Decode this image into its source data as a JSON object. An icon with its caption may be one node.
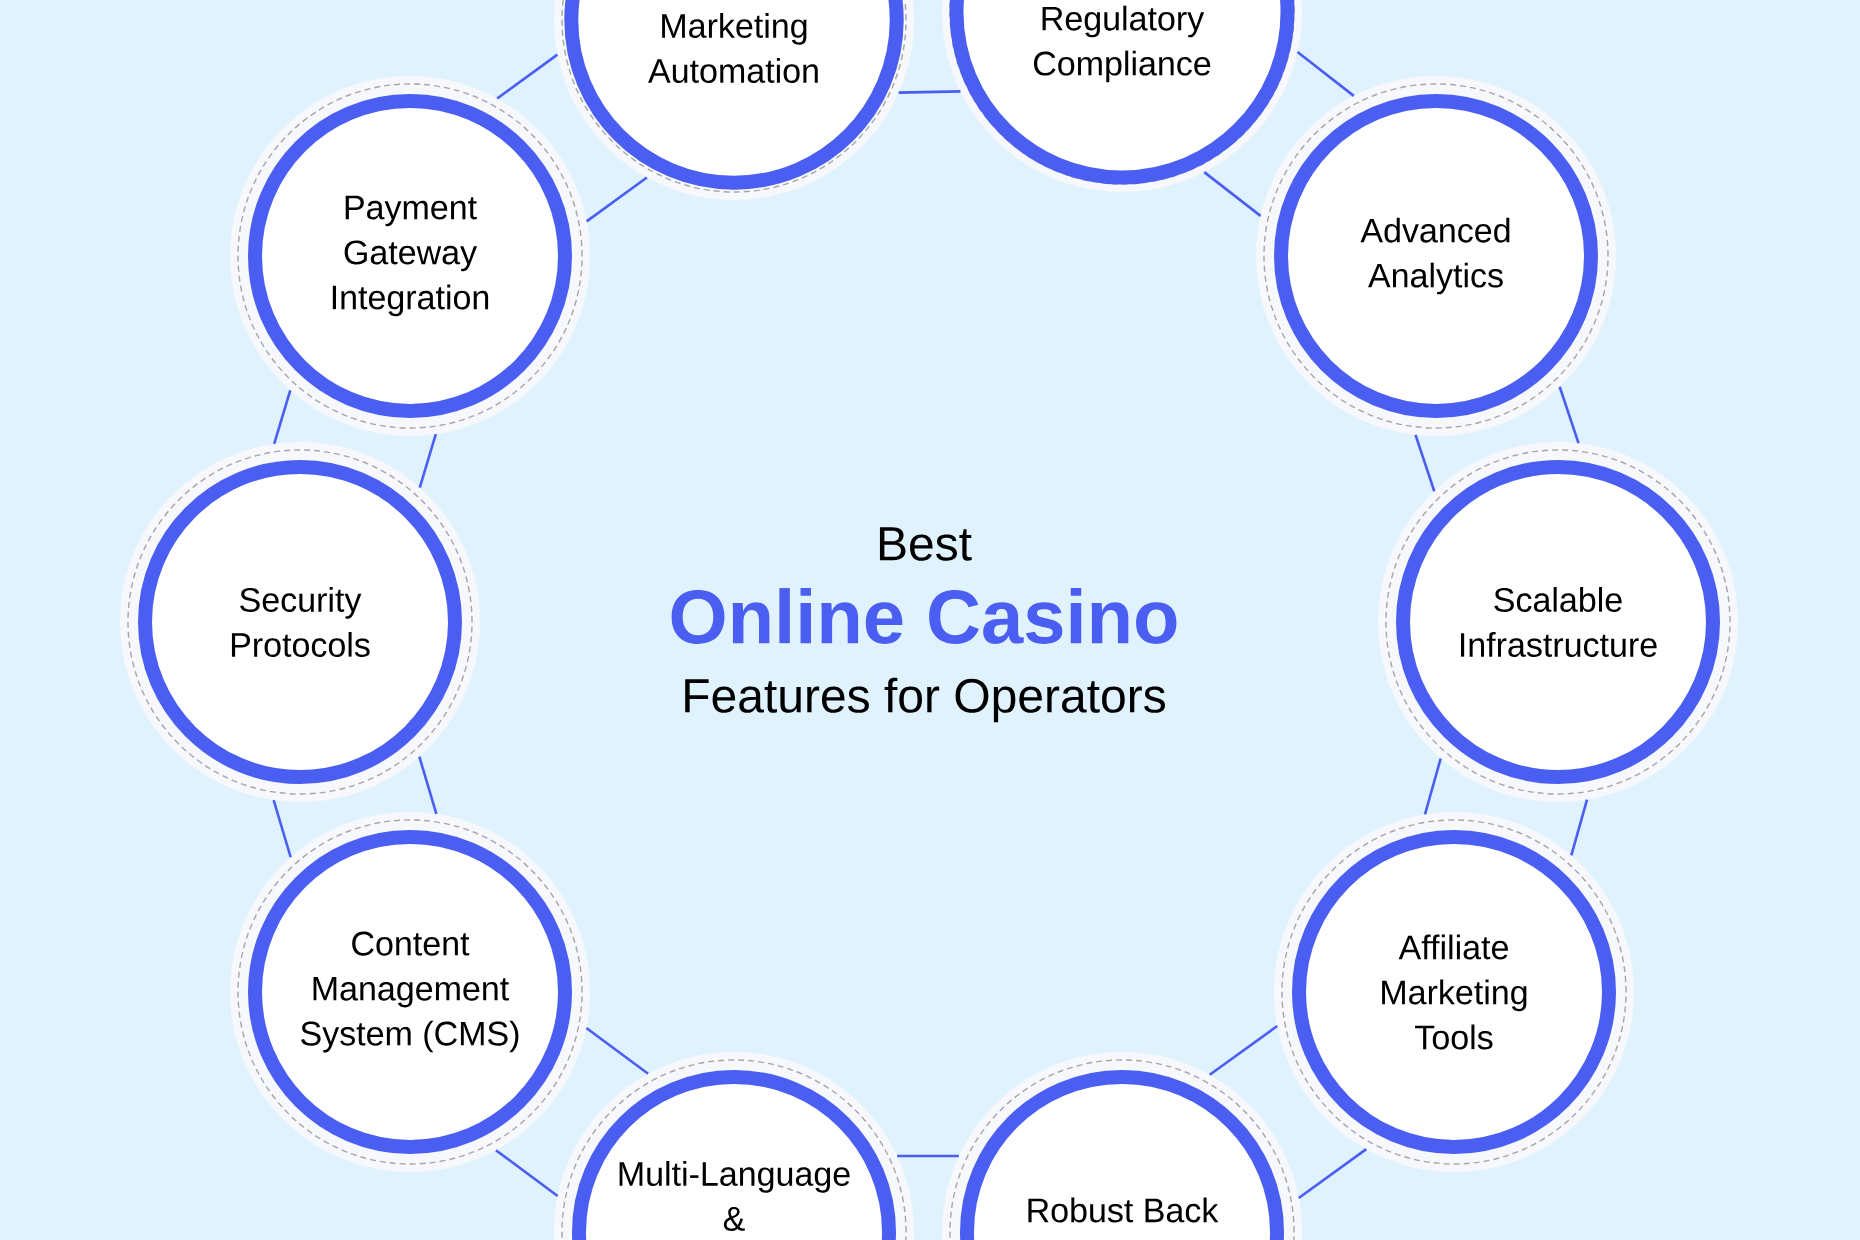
{
  "diagram": {
    "nodes": [
      {
        "text": [
          "Marketing Automation"
        ]
      },
      {
        "text": [
          "Regulatory Compliance"
        ]
      },
      {
        "text": [
          "Advanced Analytics"
        ]
      },
      {
        "text": [
          "Scalable Infrastructure"
        ]
      },
      {
        "text": [
          "Affiliate Marketing Tools"
        ]
      },
      {
        "text": [
          "Robust Back"
        ]
      },
      {
        "text": [
          "Multi-Language &"
        ]
      },
      {
        "text": [
          "Content Management System (CMS)"
        ]
      },
      {
        "text": [
          "Security Protocols"
        ]
      },
      {
        "text": [
          "Payment Gateway Integration"
        ]
      }
    ],
    "edges": [
      {
        "from": 0,
        "to": 1,
        "arrow": "none"
      },
      {
        "from": 1,
        "to": 2,
        "arrow": "none"
      },
      {
        "from": 1,
        "to": 2,
        "arrow": "none"
      },
      {
        "from": 2,
        "to": 3,
        "arrow": "none"
      },
      {
        "from": 2,
        "to": 3,
        "arrow": "none"
      },
      {
        "from": 3,
        "to": 4,
        "arrow": "none"
      },
      {
        "from": 3,
        "to": 4,
        "arrow": "none"
      },
      {
        "from": 4,
        "to": 5,
        "arrow": "none"
      },
      {
        "from": 4,
        "to": 5,
        "arrow": "none"
      },
      {
        "from": 5,
        "to": 6,
        "arrow": "none"
      },
      {
        "from": 6,
        "to": 7,
        "arrow": "none"
      },
      {
        "from": 6,
        "to": 7,
        "arrow": "none"
      },
      {
        "from": 7,
        "to": 8,
        "arrow": "none"
      },
      {
        "from": 7,
        "to": 8,
        "arrow": "none"
      },
      {
        "from": 8,
        "to": 9,
        "arrow": "none"
      },
      {
        "from": 8,
        "to": 9,
        "arrow": "none"
      },
      {
        "from": 9,
        "to": 0,
        "arrow": "none"
      },
      {
        "from": 9,
        "to": 0,
        "arrow": "none"
      }
    ],
    "labels": [
      "Best",
      "Online Casino",
      "Features for Operators"
    ]
  }
}
